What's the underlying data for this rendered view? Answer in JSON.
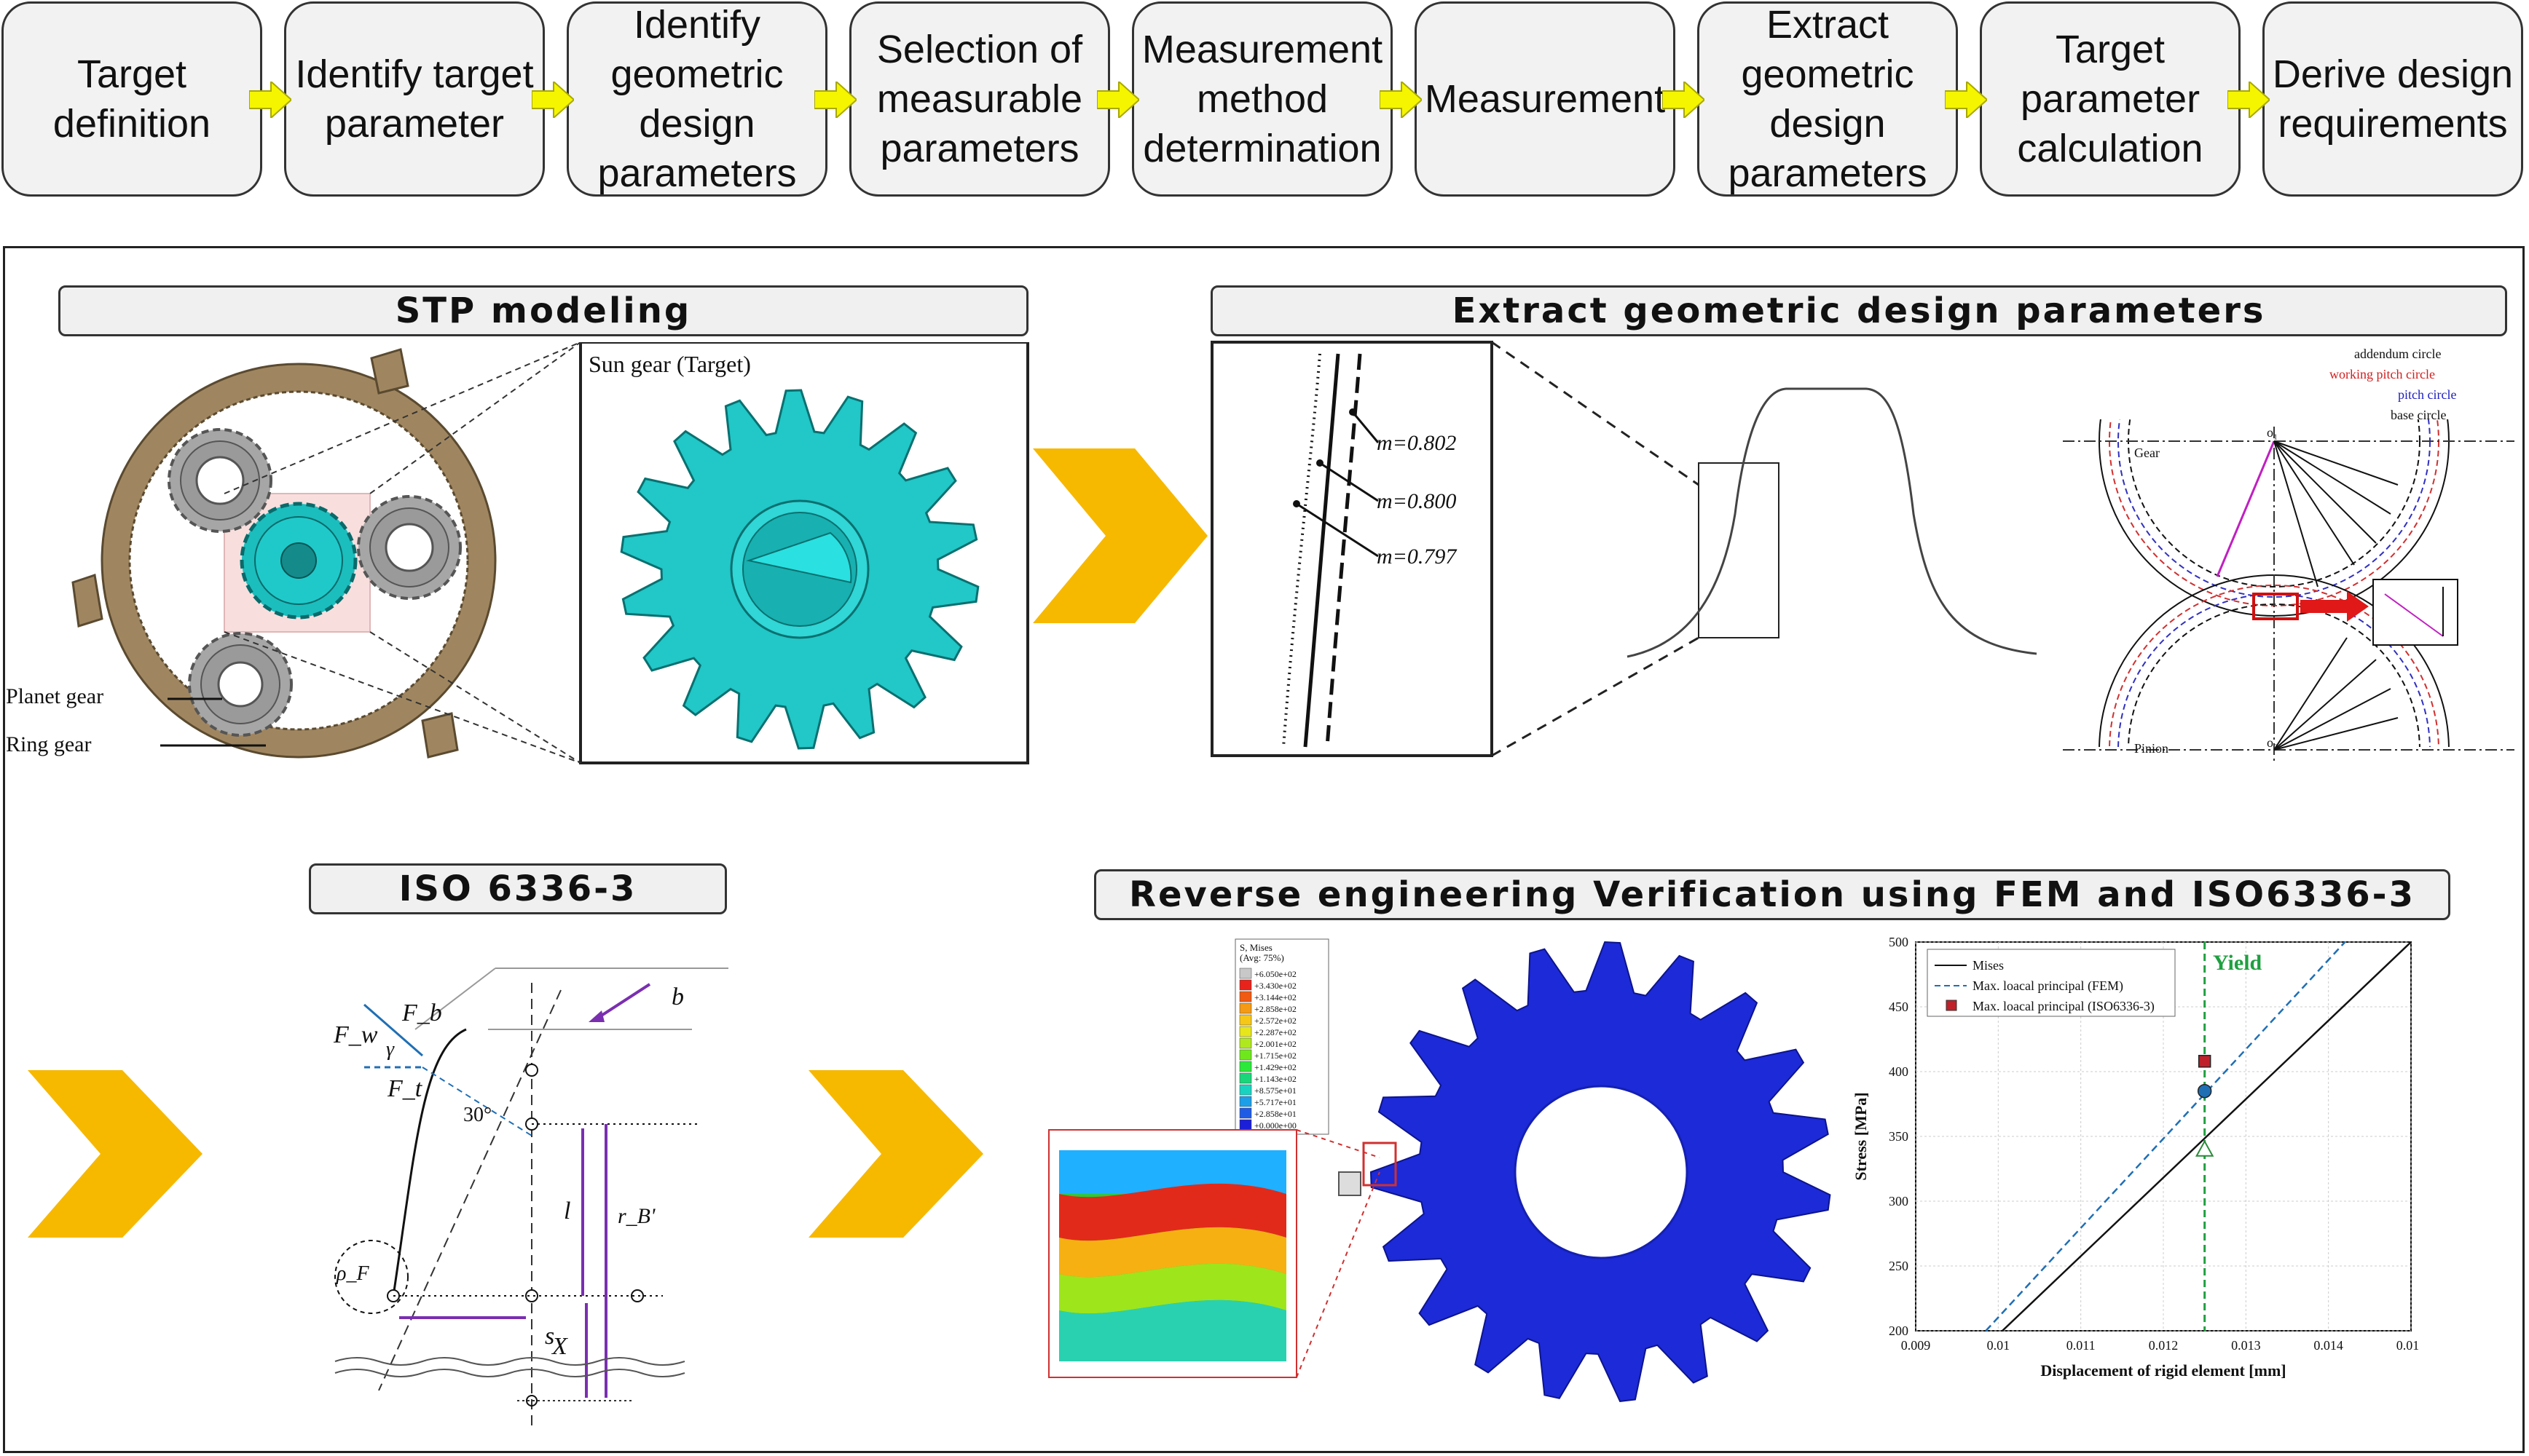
{
  "flow_steps": [
    "Target\ndefinition",
    "Identify target\nparameter",
    "Identify\ngeometric\ndesign\nparameters",
    "Selection of\nmeasurable\nparameters",
    "Measurement\nmethod\ndetermination",
    "Measurement",
    "Extract\ngeometric\ndesign\nparameters",
    "Target\nparameter\ncalculation",
    "Derive design\nrequirements"
  ],
  "panels": {
    "stp": {
      "title": "STP modeling",
      "sun_gear_label": "Sun gear (Target)",
      "planet_gear_label": "Planet gear",
      "ring_gear_label": "Ring gear"
    },
    "extract": {
      "title": "Extract geometric design parameters",
      "m_labels": [
        "m=0.802",
        "m=0.800",
        "m=0.797"
      ],
      "legend": [
        "addendum circle",
        "working pitch circle",
        "pitch circle",
        "base circle"
      ],
      "gear_label": "Gear",
      "pinion_label": "Pinion",
      "o1": "o₁",
      "o2": "o₂"
    },
    "iso": {
      "title": "ISO 6336-3",
      "symbols": {
        "Fw": "F_w",
        "Fb": "F_b",
        "Ft": "F_t",
        "gamma": "γ",
        "angle": "30°",
        "b": "b",
        "l": "l",
        "rB": "r_B'",
        "s": "s",
        "X": "X",
        "rhoF": "ρ_F"
      }
    },
    "fem": {
      "title": "Reverse engineering Verification using FEM and ISO6336-3",
      "legend_title": "S, Mises",
      "legend_subtitle": "(Avg: 75%)",
      "legend_values": [
        "+6.050e+02",
        "+3.430e+02",
        "+3.144e+02",
        "+2.858e+02",
        "+2.572e+02",
        "+2.287e+02",
        "+2.001e+02",
        "+1.715e+02",
        "+1.429e+02",
        "+1.143e+02",
        "+8.575e+01",
        "+5.717e+01",
        "+2.858e+01",
        "+0.000e+00"
      ],
      "legend_colors": [
        "#c8c8c8",
        "#e8231b",
        "#f05a12",
        "#f59a14",
        "#f7c718",
        "#e6e61b",
        "#b0e81e",
        "#6ee81c",
        "#2ce83a",
        "#1ad67a",
        "#19d3c1",
        "#1b9fe8",
        "#1f5ce6",
        "#1b1fd8"
      ]
    }
  },
  "chart_data": {
    "type": "line",
    "xlabel": "Displacement of rigid element [mm]",
    "ylabel": "Stress [MPa]",
    "xlim": [
      0.009,
      0.015
    ],
    "ylim": [
      200,
      500
    ],
    "xticks": [
      "0.009",
      "0.01",
      "0.011",
      "0.012",
      "0.013",
      "0.014",
      "0.015"
    ],
    "yticks": [
      "200",
      "250",
      "300",
      "350",
      "400",
      "450",
      "500"
    ],
    "annotation": "Yield",
    "yield_x": 0.0125,
    "series": [
      {
        "name": "Mises",
        "style": "solid",
        "color": "#111111",
        "points": [
          [
            0.01005,
            200
          ],
          [
            0.015,
            500
          ]
        ]
      },
      {
        "name": "Max. loacal principal (FEM)",
        "style": "dashed",
        "color": "#1f6fb5",
        "points": [
          [
            0.00985,
            200
          ],
          [
            0.0142,
            500
          ]
        ]
      },
      {
        "name": "Max. loacal principal (ISO6336-3)",
        "style": "marker",
        "color": "#c0202a",
        "points": [
          [
            0.0125,
            408
          ]
        ]
      }
    ],
    "markers": [
      {
        "type": "circle",
        "x": 0.0125,
        "y": 385,
        "color": "#1f6fb5"
      },
      {
        "type": "triangle",
        "x": 0.0125,
        "y": 340,
        "color": "#2a8a3a"
      },
      {
        "type": "square",
        "x": 0.0125,
        "y": 408,
        "color": "#c0202a"
      }
    ]
  }
}
